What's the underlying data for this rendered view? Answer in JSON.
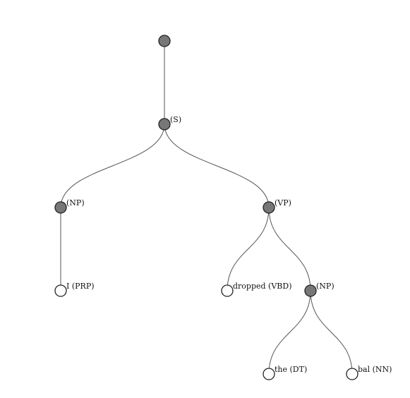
{
  "diagram": {
    "type": "tree",
    "nodes": [
      {
        "id": "root",
        "label": "",
        "kind": "internal",
        "parent": null
      },
      {
        "id": "s",
        "label": "(S)",
        "kind": "internal",
        "parent": "root"
      },
      {
        "id": "np1",
        "label": "(NP)",
        "kind": "internal",
        "parent": "s"
      },
      {
        "id": "vp",
        "label": "(VP)",
        "kind": "internal",
        "parent": "s"
      },
      {
        "id": "i",
        "label": "I (PRP)",
        "kind": "leaf",
        "parent": "np1"
      },
      {
        "id": "dropped",
        "label": "dropped (VBD)",
        "kind": "leaf",
        "parent": "vp"
      },
      {
        "id": "np2",
        "label": "(NP)",
        "kind": "internal",
        "parent": "vp"
      },
      {
        "id": "the",
        "label": "the (DT)",
        "kind": "leaf",
        "parent": "np2"
      },
      {
        "id": "bal",
        "label": "bal (NN)",
        "kind": "leaf",
        "parent": "np2"
      }
    ],
    "colors": {
      "internal_fill": "#777777",
      "leaf_fill": "#ffffff",
      "outline": "#222222",
      "edge": "#555555"
    }
  }
}
